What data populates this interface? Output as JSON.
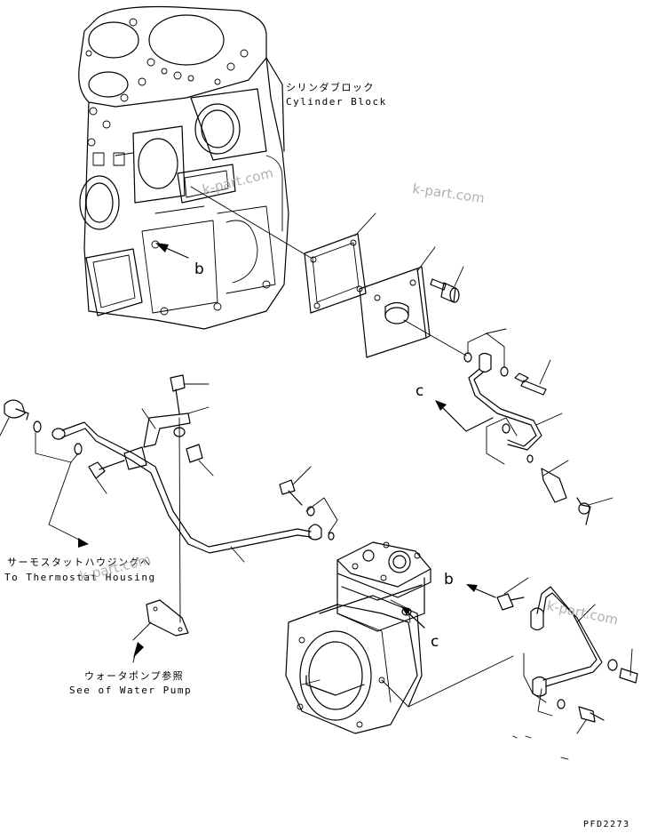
{
  "labels": {
    "cylinder_block_jp": "シリンダブロック",
    "cylinder_block_en": "Cylinder Block",
    "thermostat_jp": "サーモスタットハウジングへ",
    "thermostat_en": "To Thermostat Housing",
    "water_pump_jp": "ウォータポンプ参照",
    "water_pump_en": "See of Water Pump",
    "ref_b_top": "b",
    "ref_c_top": "c",
    "ref_b_right": "b",
    "ref_c_right": "c",
    "drawing_no": "PFD2273"
  },
  "watermarks": [
    "k-part.com",
    "k-part.com",
    "k-part.com",
    "k-part.com"
  ]
}
